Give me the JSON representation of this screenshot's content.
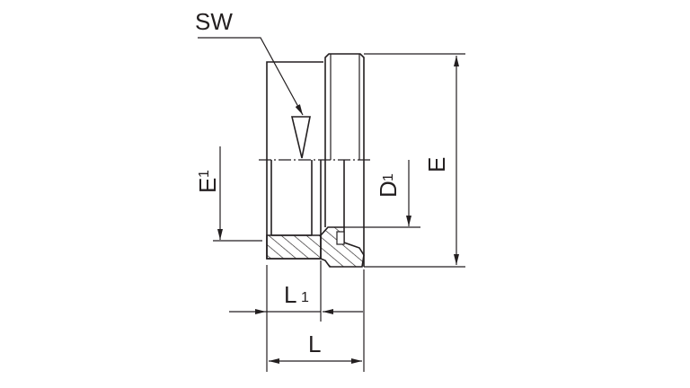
{
  "drawing": {
    "labels": {
      "sw": "SW",
      "e1_main": "E",
      "e1_sub": "1",
      "d1_main": "D",
      "d1_sub": "1",
      "e": "E",
      "l1_main": "L",
      "l1_sub": "1",
      "l": "L"
    },
    "line_color": "#231f20"
  }
}
